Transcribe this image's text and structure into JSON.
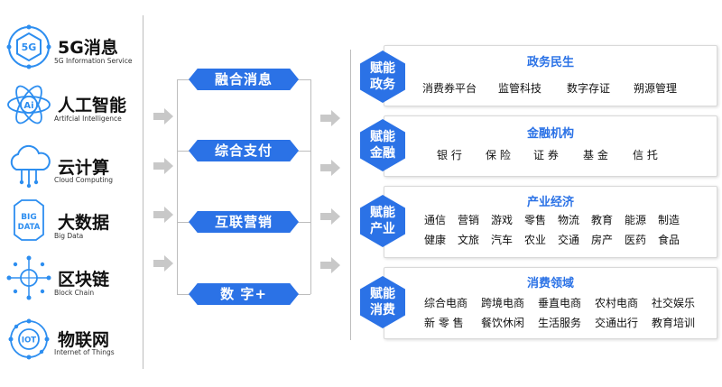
{
  "technologies": [
    {
      "title": "5G消息",
      "subtitle": "5G Information Service",
      "icon": "5g-icon",
      "icon_text": "5G"
    },
    {
      "title": "人工智能",
      "subtitle": "Artifcial Intelligence",
      "icon": "ai-atom-icon",
      "icon_text": "Ai"
    },
    {
      "title": "云计算",
      "subtitle": "Cloud Computing",
      "icon": "cloud-icon",
      "icon_text": ""
    },
    {
      "title": "大数据",
      "subtitle": "Big Data",
      "icon": "big-data-icon",
      "icon_text": "BIG DATA"
    },
    {
      "title": "区块链",
      "subtitle": "Block Chain",
      "icon": "blockchain-icon",
      "icon_text": ""
    },
    {
      "title": "物联网",
      "subtitle": "Internet of Things",
      "icon": "iot-icon",
      "icon_text": "IOT"
    }
  ],
  "middle": [
    "融合消息",
    "综合支付",
    "互联营销",
    "数  字+"
  ],
  "panels": [
    {
      "badge": [
        "赋能",
        "政务"
      ],
      "title": "政务民生",
      "rows": [
        [
          "消费券平台",
          "监管科技",
          "数字存证",
          "朔源管理"
        ]
      ]
    },
    {
      "badge": [
        "赋能",
        "金融"
      ],
      "title": "金融机构",
      "rows": [
        [
          "银 行",
          "保 险",
          "证 券",
          "基 金",
          "信 托"
        ]
      ]
    },
    {
      "badge": [
        "赋能",
        "产业"
      ],
      "title": "产业经济",
      "rows": [
        [
          "通信",
          "营销",
          "游戏",
          "零售",
          "物流",
          "教育",
          "能源",
          "制造"
        ],
        [
          "健康",
          "文旅",
          "汽车",
          "农业",
          "交通",
          "房产",
          "医药",
          "食品"
        ]
      ]
    },
    {
      "badge": [
        "赋能",
        "消费"
      ],
      "title": "消费领域",
      "rows": [
        [
          "综合电商",
          "跨境电商",
          "垂直电商",
          "农村电商",
          "社交娱乐"
        ],
        [
          "新 零 售",
          "餐饮休闲",
          "生活服务",
          "交通出行",
          "教育培训"
        ]
      ]
    }
  ],
  "colors": {
    "accent": "#2b72e6",
    "icon_blue": "#2d8ef0",
    "arrow_gray": "#c8c8c8",
    "line_gray": "#bdbdbd"
  }
}
